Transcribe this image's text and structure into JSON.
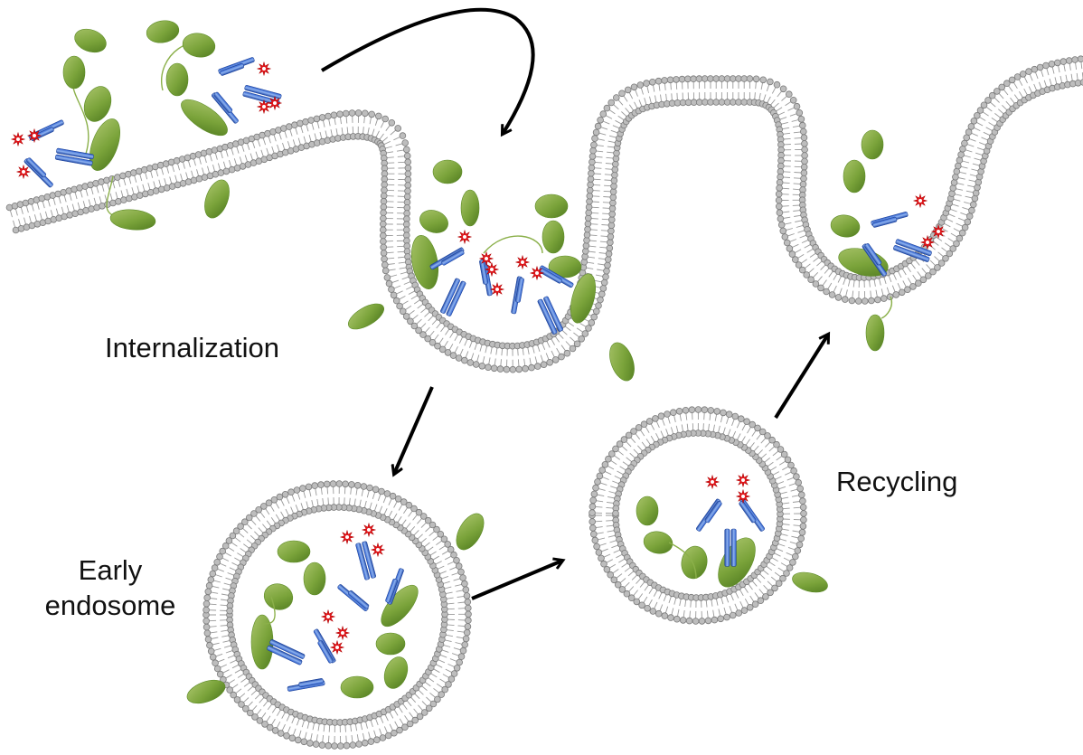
{
  "labels": {
    "internalization": "Internalization",
    "recycling": "Recycling",
    "early_endosome_line1": "Early",
    "early_endosome_line2": "endosome"
  },
  "colors": {
    "membrane_head": "#bdbdbd",
    "membrane_head_stroke": "#7a7a7a",
    "membrane_tail": "#9a9a9a",
    "receptor_green": "#6f9a2f",
    "receptor_light": "#a9c46a",
    "antibody_blue": "#2f63c6",
    "antibody_light": "#7fa6ea",
    "payload_red": "#e3151a",
    "arrow": "#000000"
  },
  "icons": [
    "cell-membrane",
    "receptor-protein",
    "antibody-drug-conjugate",
    "payload-star",
    "process-arrow",
    "endosome-vesicle"
  ]
}
